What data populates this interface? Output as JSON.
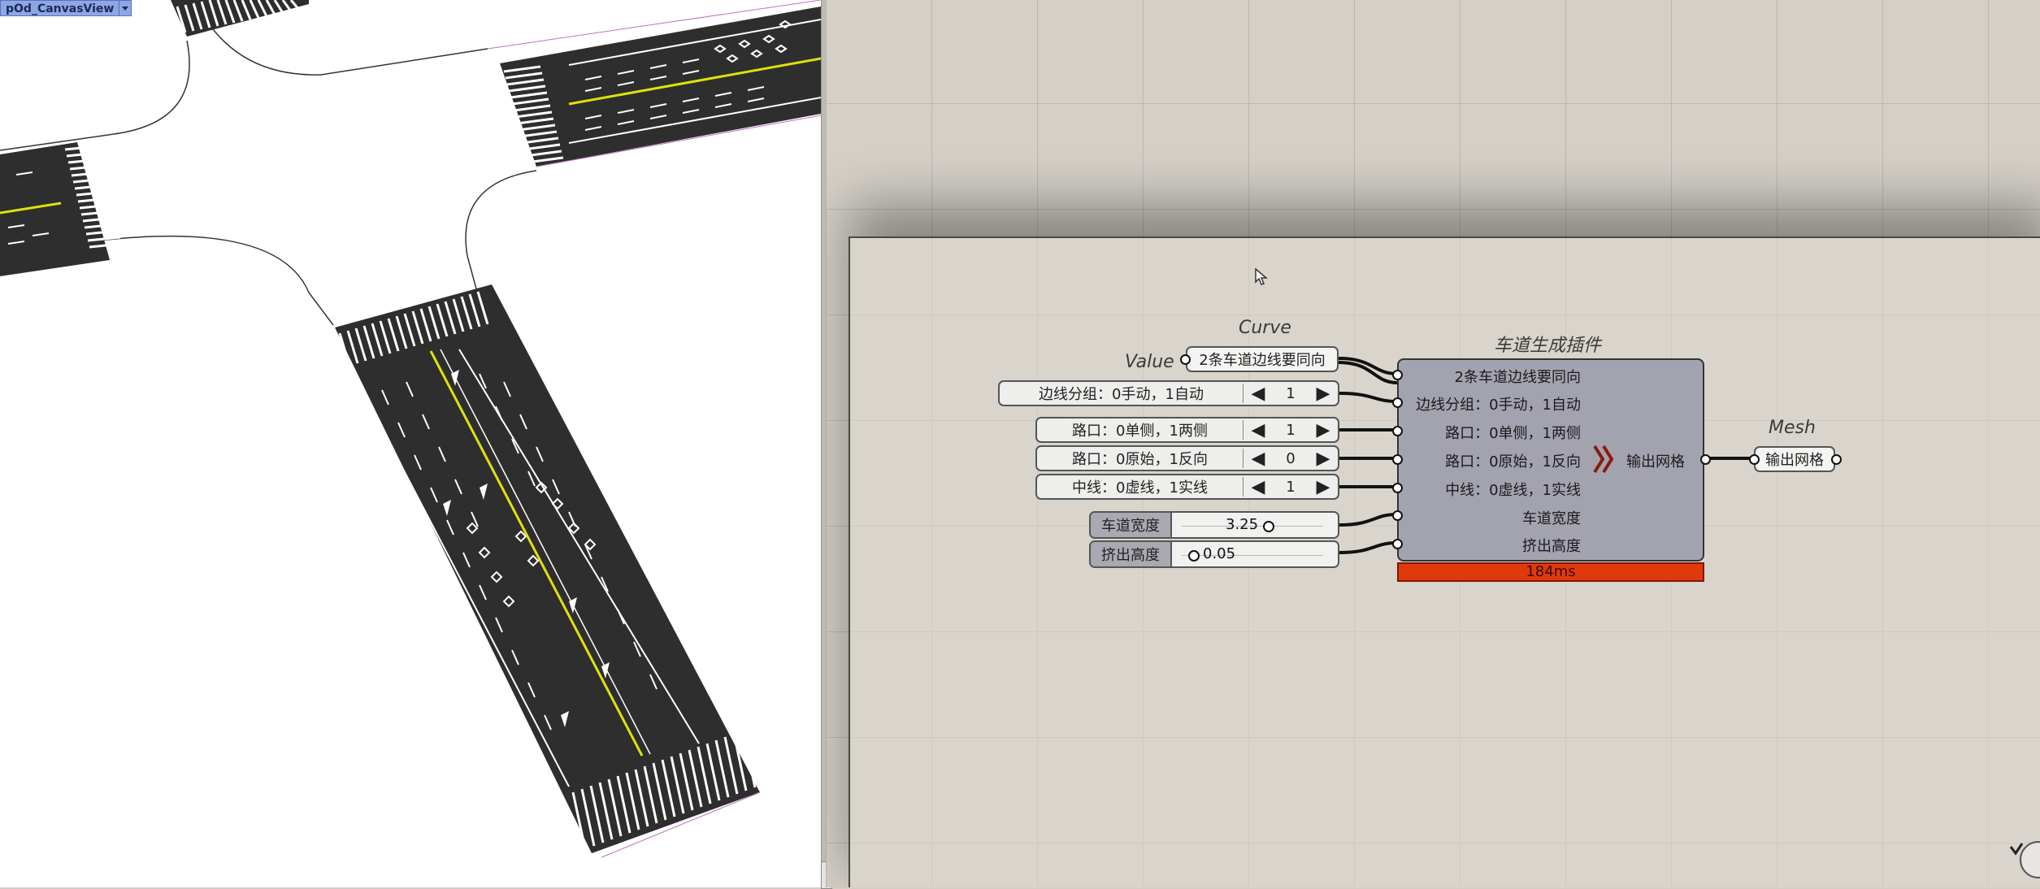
{
  "viewport": {
    "tab_label": "pOd_CanvasView"
  },
  "canvas": {
    "captions": {
      "curve": "Curve",
      "value": "Value",
      "component_title": "车道生成插件",
      "mesh": "Mesh"
    },
    "curve_panel": "2条车道边线要同向",
    "value_lists": [
      {
        "label": "边线分组：0手动，1自动",
        "value": "1"
      },
      {
        "label": "路口：0单侧，1两侧",
        "value": "1"
      },
      {
        "label": "路口：0原始，1反向",
        "value": "0"
      },
      {
        "label": "中线：0虚线，1实线",
        "value": "1"
      }
    ],
    "sliders": [
      {
        "label": "车道宽度",
        "value": "3.25",
        "fraction": 0.62
      },
      {
        "label": "挤出高度",
        "value": "0.05",
        "fraction": 0.0
      }
    ],
    "component": {
      "inputs": [
        "2条车道边线要同向",
        "边线分组：0手动，1自动",
        "路口：0单侧，1两侧",
        "路口：0原始，1反向",
        "中线：0虚线，1实线",
        "车道宽度",
        "挤出高度"
      ],
      "output": "输出网格",
      "icon": "double-chevron-icon",
      "timing": "184ms"
    },
    "output_panel": "输出网格"
  },
  "colors": {
    "canvas_bg": "#d4d0c8",
    "component_body": "#a3a3b0",
    "timing_bar": "#e03a0c",
    "road_asphalt": "#2e2e2e",
    "center_line": "#e1e10a",
    "tab_bg": "#8fa6e6"
  }
}
